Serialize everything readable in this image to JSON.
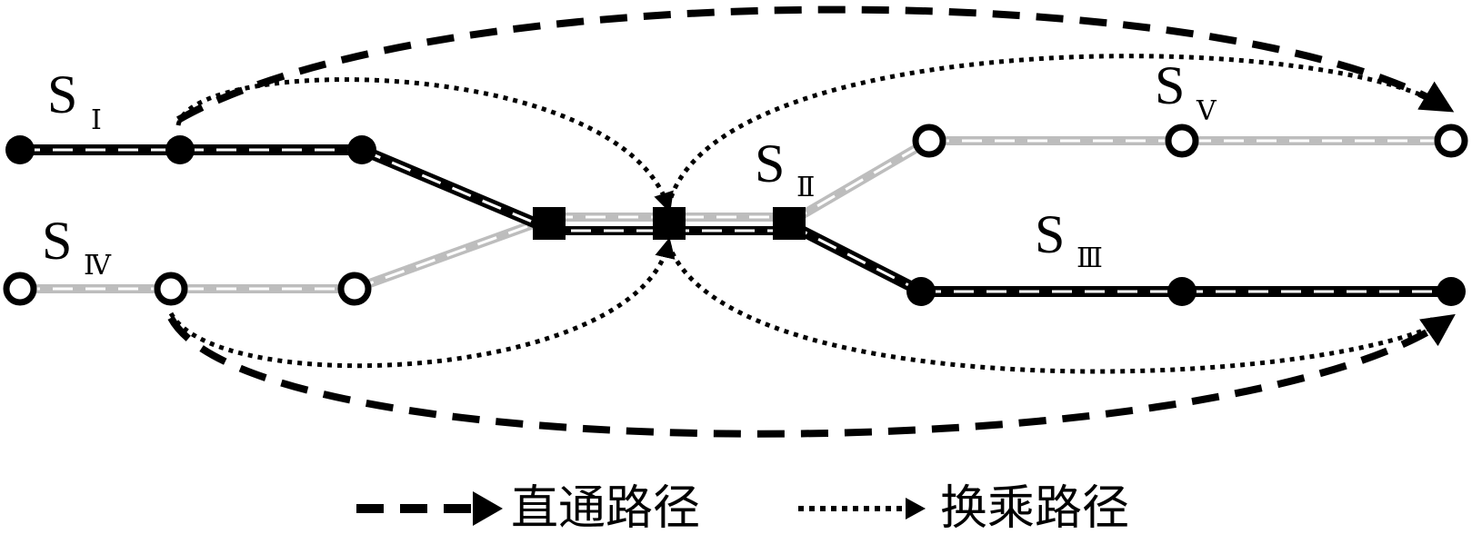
{
  "colors": {
    "black_line": "#000000",
    "gray_line": "#bdbdbd",
    "dash_inner": "#ffffff",
    "node_hollow_fill": "#ffffff"
  },
  "line_labels": {
    "s1": {
      "main": "S",
      "sub": "Ⅰ"
    },
    "s2": {
      "main": "S",
      "sub": "Ⅱ"
    },
    "s3": {
      "main": "S",
      "sub": "Ⅲ"
    },
    "s4": {
      "main": "S",
      "sub": "Ⅳ"
    },
    "s5": {
      "main": "S",
      "sub": "Ⅴ"
    }
  },
  "legend": {
    "direct_route": "直通路径",
    "transfer_route": "换乘路径"
  }
}
